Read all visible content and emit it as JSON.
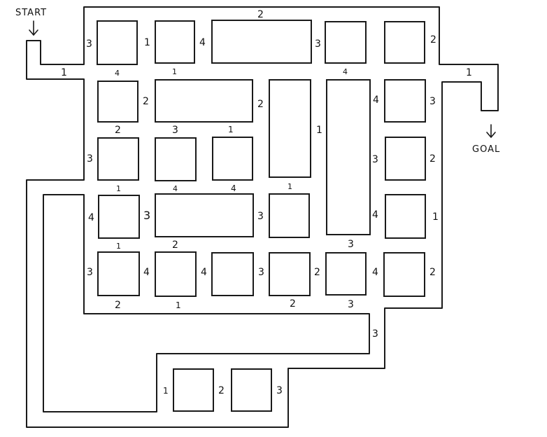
{
  "start_label": "START",
  "goal_label": "GOAL",
  "edge_weights": [
    "2",
    "3",
    "1",
    "4",
    "3",
    "2",
    "1",
    "4",
    "1",
    "4",
    "1",
    "2",
    "2",
    "1",
    "4",
    "3",
    "2",
    "3",
    "1",
    "3",
    "3",
    "2",
    "1",
    "4",
    "4",
    "1",
    "4",
    "3",
    "3",
    "4",
    "1",
    "1",
    "2",
    "3",
    "3",
    "4",
    "4",
    "3",
    "2",
    "4",
    "2",
    "2",
    "1",
    "2",
    "3",
    "3",
    "1",
    "2",
    "3"
  ]
}
